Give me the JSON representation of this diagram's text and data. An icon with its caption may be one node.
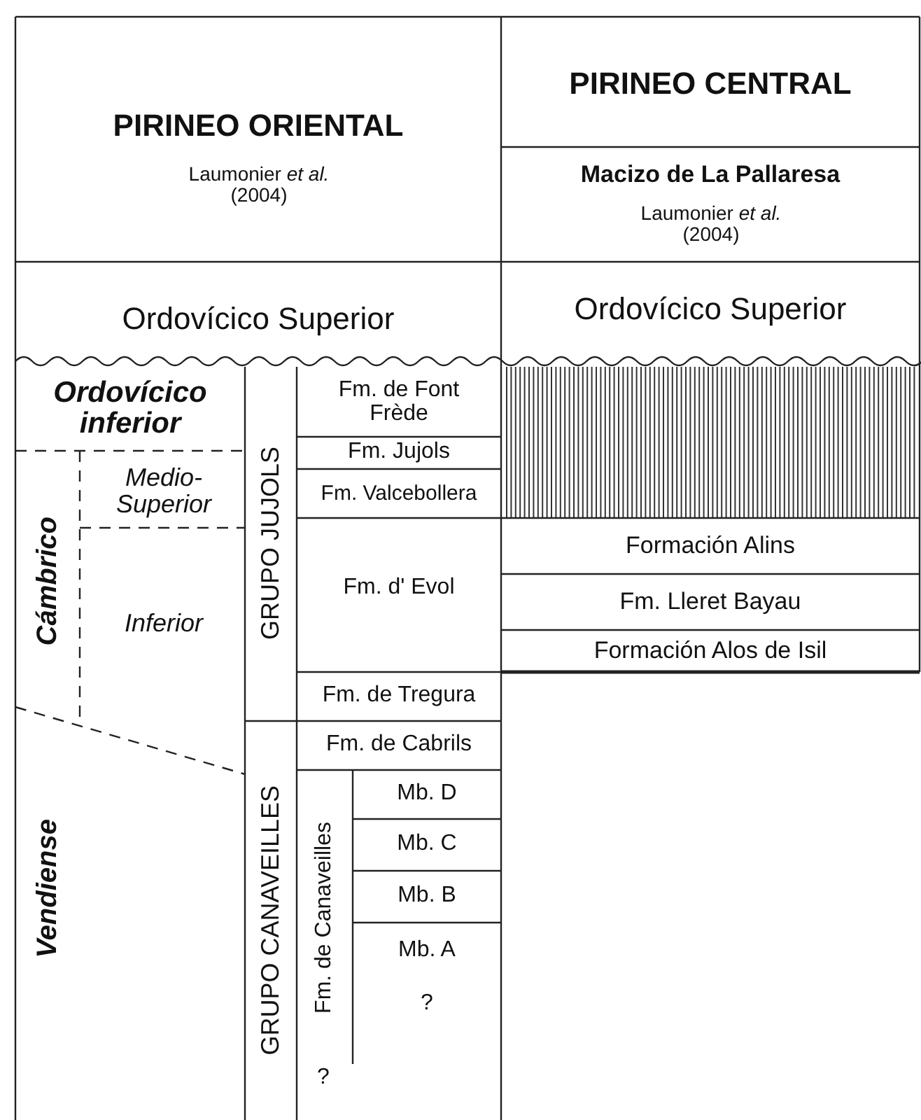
{
  "diagram": {
    "labels": [
      "PIRINEO ORIENTAL",
      "Laumonier *et al.* (2004)",
      "PIRINEO CENTRAL",
      "Macizo de La Pallaresa",
      "Laumonier *et al.* (2004)",
      "Ordovícico Superior",
      "Ordovícico Superior",
      "Ordovícico inferior",
      "GRUPO JUJOLS",
      "Fm. de Font Frède",
      "Fm. Jujols",
      "Fm. Valcebollera",
      "Medio-Superior",
      "Cámbrico",
      "Inferior",
      "Fm. d' Evol",
      "Formación Alins",
      "Fm. Lleret Bayau",
      "Formación Alos de Isil",
      "Fm. de Tregura",
      "Vendiense",
      "GRUPO CANAVEILLES",
      "Fm. de Cabrils",
      "Fm. de Canaveilles",
      "Mb. D",
      "Mb. C",
      "Mb. B",
      "Mb. A",
      "?",
      "?"
    ]
  }
}
